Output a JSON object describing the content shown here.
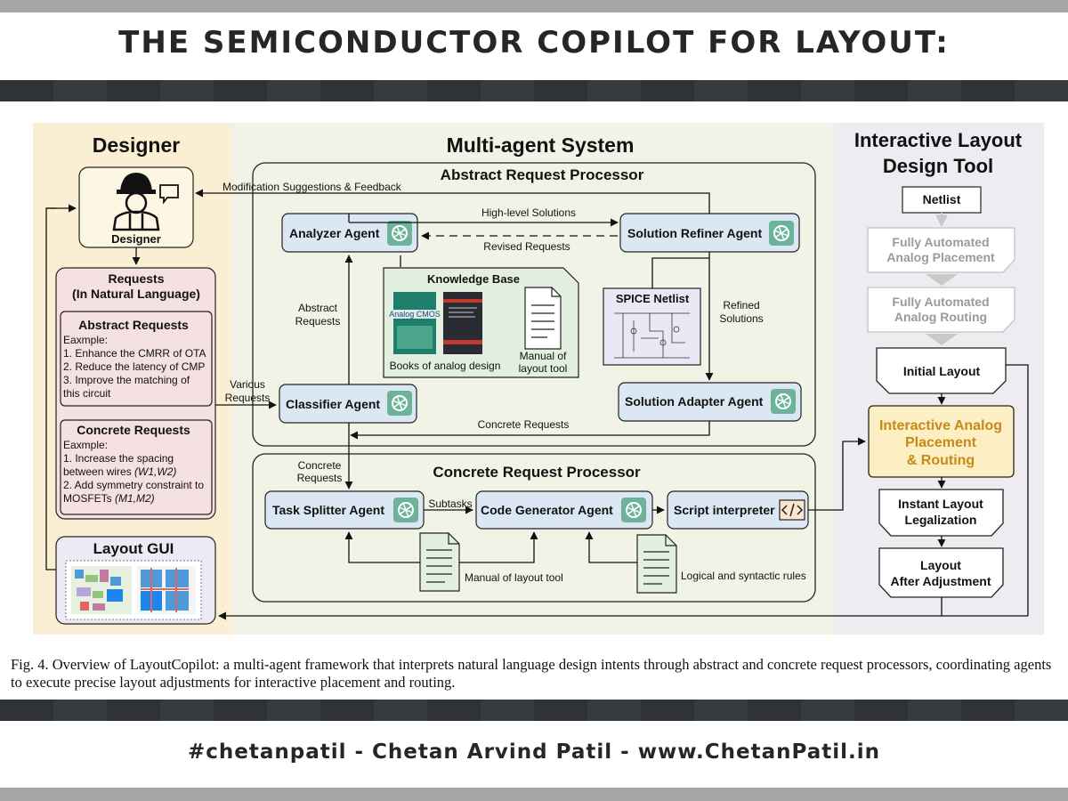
{
  "title": "THE SEMICONDUCTOR COPILOT FOR LAYOUT:",
  "footer": "#chetanpatil - Chetan Arvind Patil - www.ChetanPatil.in",
  "caption": "Fig. 4.  Overview of LayoutCopilot: a multi-agent framework that interprets natural language design intents through abstract and concrete request processors, coordinating agents to execute precise layout adjustments for interactive placement and routing.",
  "designer": {
    "heading": "Designer",
    "avatar_label": "Designer",
    "requests_title_1": "Requests",
    "requests_title_2": "(In Natural Language)",
    "abstract_title": "Abstract Requests",
    "abstract_lines": [
      "Eaxmple:",
      "1. Enhance the CMRR of OTA",
      "2. Reduce the latency of CMP",
      "3. Improve the matching of",
      "this circuit"
    ],
    "concrete_title": "Concrete Requests",
    "concrete_lines": [
      "Eaxmple:",
      "1. Increase the spacing",
      "between wires ",
      "2. Add symmetry constraint to",
      "MOSFETs "
    ],
    "concrete_italic": [
      "(W1,W2)",
      "(M1,M2)"
    ],
    "layout_gui": "Layout GUI"
  },
  "mas": {
    "heading": "Multi-agent System",
    "abstract_processor": "Abstract Request Processor",
    "concrete_processor": "Concrete Request Processor",
    "agents": {
      "analyzer": "Analyzer Agent",
      "refiner": "Solution Refiner Agent",
      "classifier": "Classifier Agent",
      "adapter": "Solution Adapter Agent",
      "splitter": "Task Splitter Agent",
      "codegen": "Code Generator Agent",
      "interpreter": "Script interpreter"
    },
    "knowledge_base": "Knowledge Base",
    "book_cover_title": "Analog CMOS",
    "books_label": "Books of analog design",
    "manual_kb_1": "Manual of",
    "manual_kb_2": "layout tool",
    "spice": "SPICE Netlist",
    "manual_bottom": "Manual of layout tool",
    "rules_bottom": "Logical and syntactic rules"
  },
  "arrows": {
    "modification": "Modification Suggestions & Feedback",
    "high_level": "High-level Solutions",
    "revised": "Revised Requests",
    "abstract_req_1": "Abstract",
    "abstract_req_2": "Requests",
    "refined_1": "Refined",
    "refined_2": "Solutions",
    "various_1": "Various",
    "various_2": "Requests",
    "concrete_req": "Concrete Requests",
    "concrete_req2_1": "Concrete",
    "concrete_req2_2": "Requests",
    "subtasks": "Subtasks"
  },
  "tool": {
    "heading_1": "Interactive Layout",
    "heading_2": "Design Tool",
    "netlist": "Netlist",
    "fap_1": "Fully Automated",
    "fap_2": "Analog Placement",
    "far_1": "Fully Automated",
    "far_2": "Analog Routing",
    "initial": "Initial Layout",
    "iapr_1": "Interactive Analog",
    "iapr_2": "Placement",
    "iapr_3": "& Routing",
    "instant_1": "Instant Layout",
    "instant_2": "Legalization",
    "after_1": "Layout",
    "after_2": "After Adjustment"
  },
  "colors": {
    "designer_bg": "#faefd2",
    "mas_bg": "#f1f3e7",
    "tool_bg": "#eeebf1",
    "agent_fill": "#dbe8f3",
    "kb_fill": "#e3f0df",
    "request_fill": "#f5e0e4",
    "highlight_fill": "#fcefc4",
    "highlight_text": "#c58a17",
    "gray_text": "#9a9a9a",
    "band": "#2f3337"
  }
}
